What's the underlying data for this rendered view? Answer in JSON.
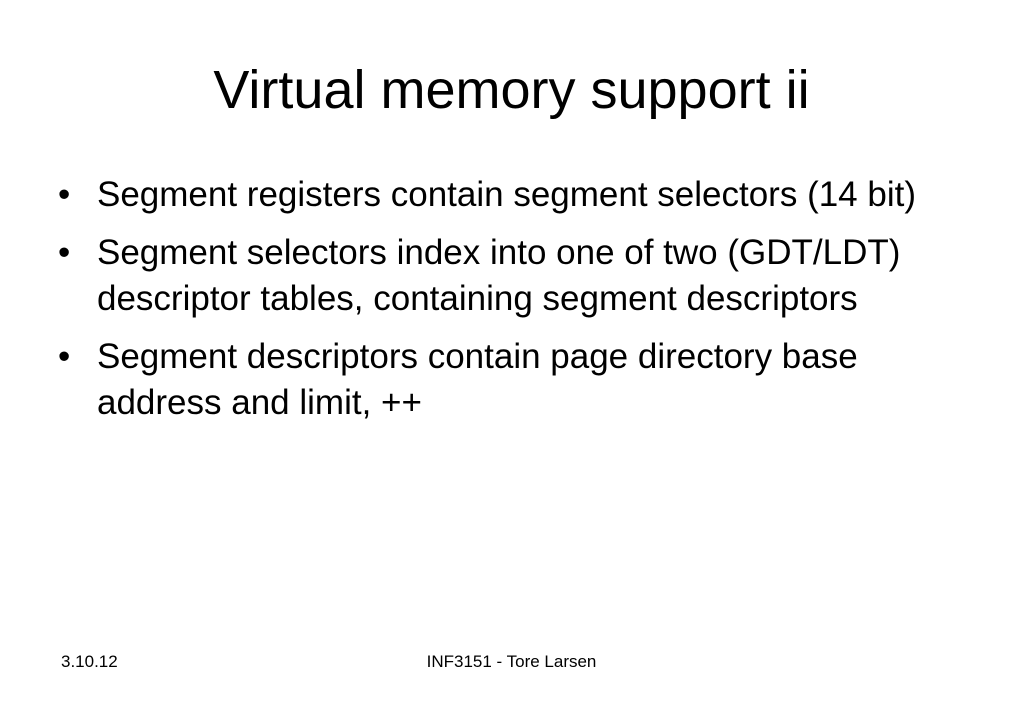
{
  "slide": {
    "title": "Virtual memory support ii",
    "bullet_glyph": "•",
    "bullets": [
      {
        "text": "Segment registers contain segment selectors (14 bit)"
      },
      {
        "text": "Segment selectors index into one of two (GDT/LDT) descriptor tables, containing segment descriptors"
      },
      {
        "text": "Segment descriptors contain page directory base address and limit, ++"
      }
    ]
  },
  "footer": {
    "date": "3.10.12",
    "center": "INF3151 - Tore Larsen"
  }
}
